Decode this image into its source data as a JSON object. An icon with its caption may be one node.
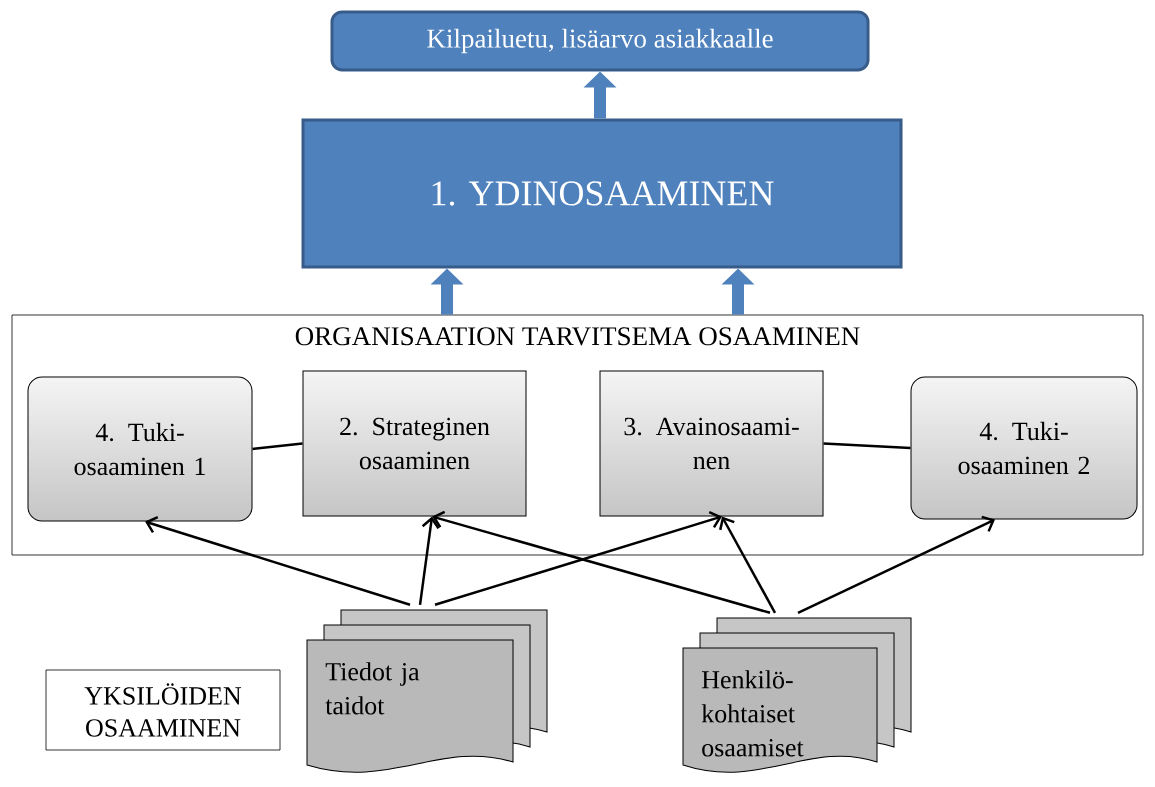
{
  "diagram": {
    "nodes": [
      {
        "text": [
          "Kilpailuetu, lisäarvo asiakkaalle"
        ]
      },
      {
        "text": [
          "1. YDINOSAAMINEN"
        ]
      },
      {
        "text": [
          "ORGANISAATION TARVITSEMA OSAAMINEN"
        ]
      },
      {
        "text": [
          "4. Tuki- osaaminen 1"
        ],
        "in": 2
      },
      {
        "text": [
          "2. Strateginen osaaminen"
        ],
        "in": 2
      },
      {
        "text": [
          "3. Avainosaami- nen"
        ],
        "in": 2
      },
      {
        "text": [
          "4. Tuki- osaaminen 2"
        ],
        "in": 2
      },
      {
        "text": [
          "Tiedot ja taidot"
        ]
      },
      {
        "text": [
          "Henkilö- kohtaiset osaamiset"
        ]
      },
      {
        "text": [
          "YKSILÖIDEN OSAAMINEN"
        ]
      }
    ],
    "edges": [
      {
        "from": 1,
        "to": 0,
        "arrow": "to",
        "style": "thick",
        "color": "#4f81bd"
      },
      {
        "from": 2,
        "to": 1,
        "arrow": "to",
        "style": "thick",
        "color": "#4f81bd"
      },
      {
        "from": 2,
        "to": 1,
        "arrow": "to",
        "style": "thick",
        "color": "#4f81bd"
      },
      {
        "from": 3,
        "to": 4,
        "arrow": "none"
      },
      {
        "from": 5,
        "to": 6,
        "arrow": "none"
      },
      {
        "from": 7,
        "to": 3,
        "arrow": "to"
      },
      {
        "from": 7,
        "to": 4,
        "arrow": "to"
      },
      {
        "from": 7,
        "to": 5,
        "arrow": "to"
      },
      {
        "from": 8,
        "to": 4,
        "arrow": "to"
      },
      {
        "from": 8,
        "to": 5,
        "arrow": "to"
      },
      {
        "from": 8,
        "to": 6,
        "arrow": "to"
      }
    ]
  }
}
